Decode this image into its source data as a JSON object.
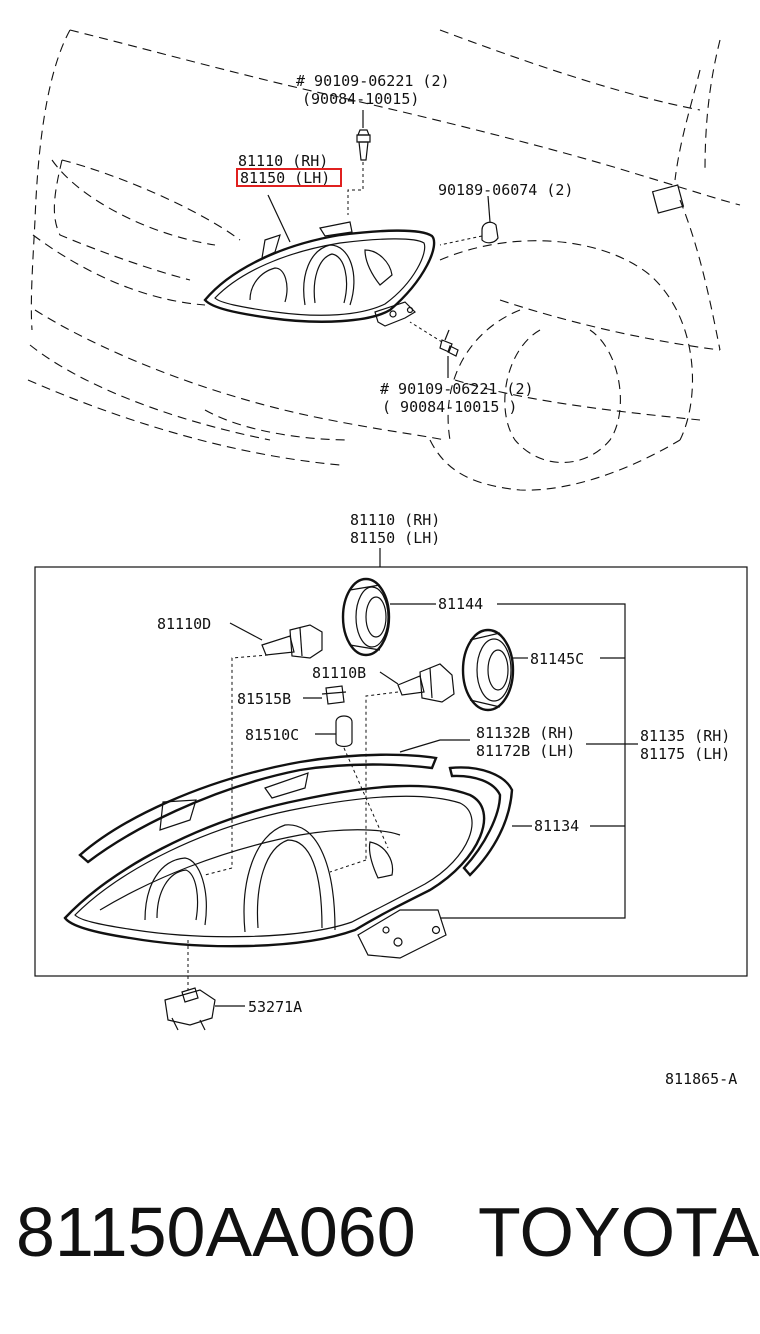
{
  "top_view": {
    "bolt_top_a": "# 90109-06221 (2)",
    "bolt_top_b": "(90084-10015)",
    "lamp_rh": "81110 (RH)",
    "lamp_lh": "81150 (LH)",
    "clip": "90189-06074 (2)",
    "bolt_bottom_a": "# 90109-06221 (2)",
    "bolt_bottom_b": "( 90084-10015 )"
  },
  "highlight_color": "#e0201f",
  "exploded_view": {
    "title_rh": "81110 (RH)",
    "title_lh": "81150 (LH)",
    "p_81110D": "81110D",
    "p_81144": "81144",
    "p_81110B": "81110B",
    "p_81145C": "81145C",
    "p_81515B": "81515B",
    "p_81510C": "81510C",
    "p_81132B": "81132B (RH)",
    "p_81172B": "81172B (LH)",
    "p_81135": "81135 (RH)",
    "p_81175": "81175 (LH)",
    "p_81134": "81134",
    "p_53271A": "53271A"
  },
  "figure_code": "811865-A",
  "footer": {
    "part_number": "81150AA060",
    "brand": "TOYOTA"
  }
}
